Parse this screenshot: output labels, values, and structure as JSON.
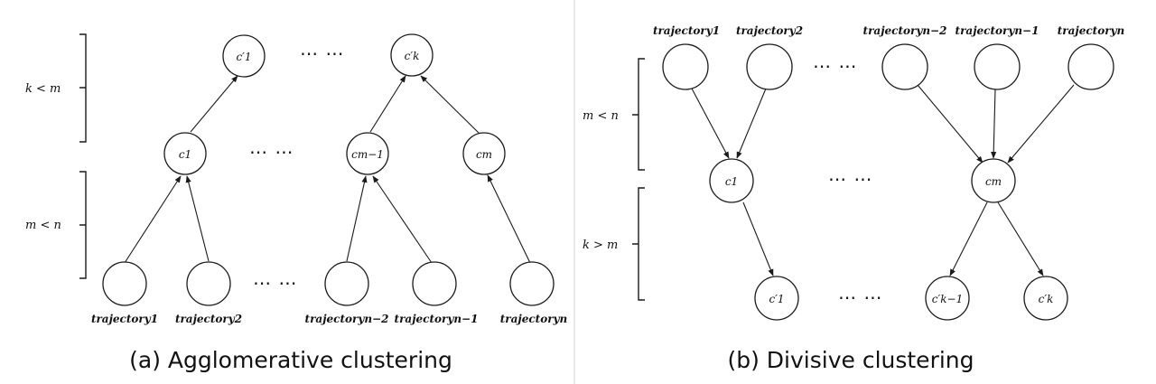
{
  "panel_a": {
    "caption": "(a) Agglomerative clustering",
    "range_top": "k < m",
    "range_bottom": "m < n",
    "top_nodes": [
      "c′1",
      "c′k"
    ],
    "mid_nodes": [
      "c1",
      "cm−1",
      "cm"
    ],
    "leaf_nodes": [
      "trajectory1",
      "trajectory2",
      "trajectoryn−2",
      "trajectoryn−1",
      "trajectoryn"
    ],
    "ellipsis": "⋯ ⋯"
  },
  "panel_b": {
    "caption": "(b) Divisive clustering",
    "range_top": "m < n",
    "range_bottom": "k > m",
    "top_nodes": [
      "trajectory1",
      "trajectory2",
      "trajectoryn−2",
      "trajectoryn−1",
      "trajectoryn"
    ],
    "mid_nodes": [
      "c1",
      "cm"
    ],
    "leaf_nodes": [
      "c′1",
      "c′k−1",
      "c′k"
    ],
    "ellipsis": "⋯ ⋯"
  }
}
